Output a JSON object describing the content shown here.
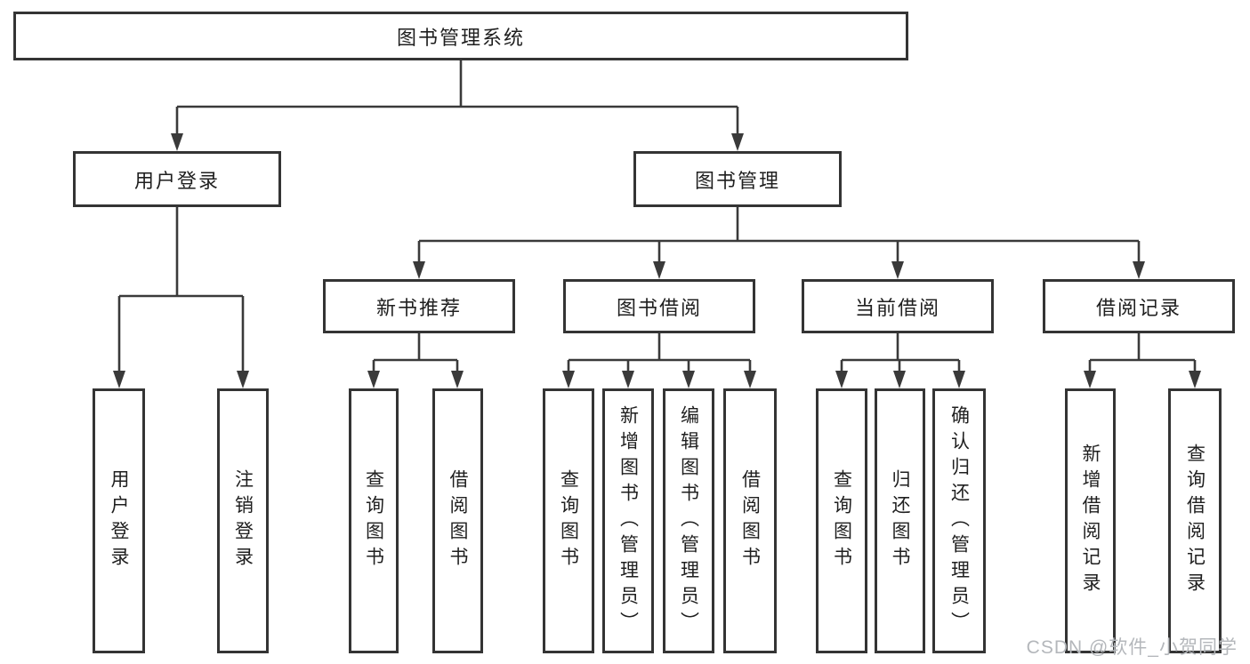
{
  "diagram": {
    "title": "图书管理系统",
    "level2": {
      "user_login": "用户登录",
      "book_management": "图书管理"
    },
    "level3": {
      "new_book_recommendation": "新书推荐",
      "book_borrowing": "图书借阅",
      "current_borrowing": "当前借阅",
      "borrowing_records": "借阅记录"
    },
    "leaves": {
      "login": "用户登录",
      "logout": "注销登录",
      "recommend_query": "查询图书",
      "recommend_borrow": "借阅图书",
      "borrow_query": "查询图书",
      "borrow_add": "新增图书（管理员）",
      "borrow_edit": "编辑图书（管理员）",
      "borrow_borrow": "借阅图书",
      "current_query": "查询图书",
      "current_return": "归还图书",
      "current_confirm": "确认归还（管理员）",
      "records_add": "新增借阅记录",
      "records_query": "查询借阅记录"
    }
  },
  "watermark": {
    "text": "CSDN @软件_小贺同学",
    "color": "#b4b7bb"
  },
  "colors": {
    "line": "#3a3a3a",
    "box_border": "#343434",
    "text": "#1f1f1f",
    "background": "#ffffff"
  }
}
